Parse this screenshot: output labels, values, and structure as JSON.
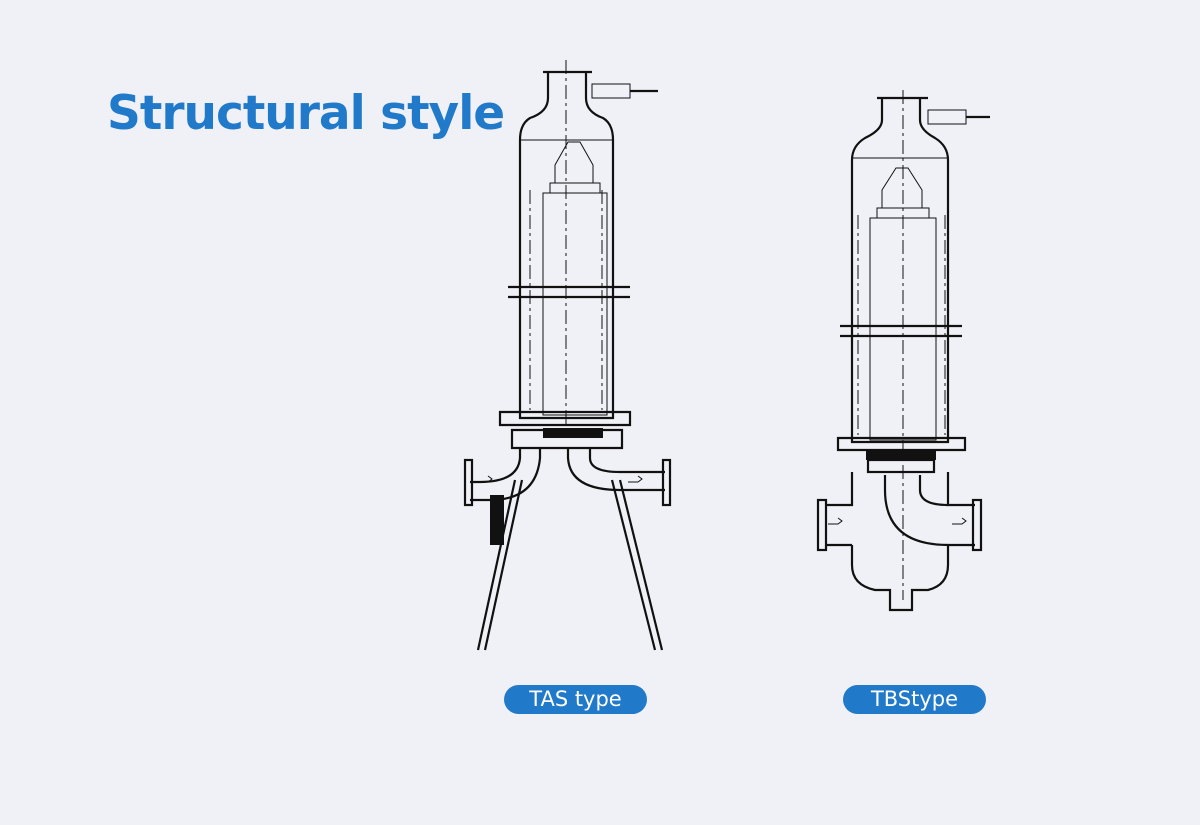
{
  "title": "Structural style",
  "labels": {
    "tas": "TAS type",
    "tbs": "TBStype"
  },
  "colors": {
    "accent": "#2179c9",
    "background": "#f0f1f6"
  }
}
